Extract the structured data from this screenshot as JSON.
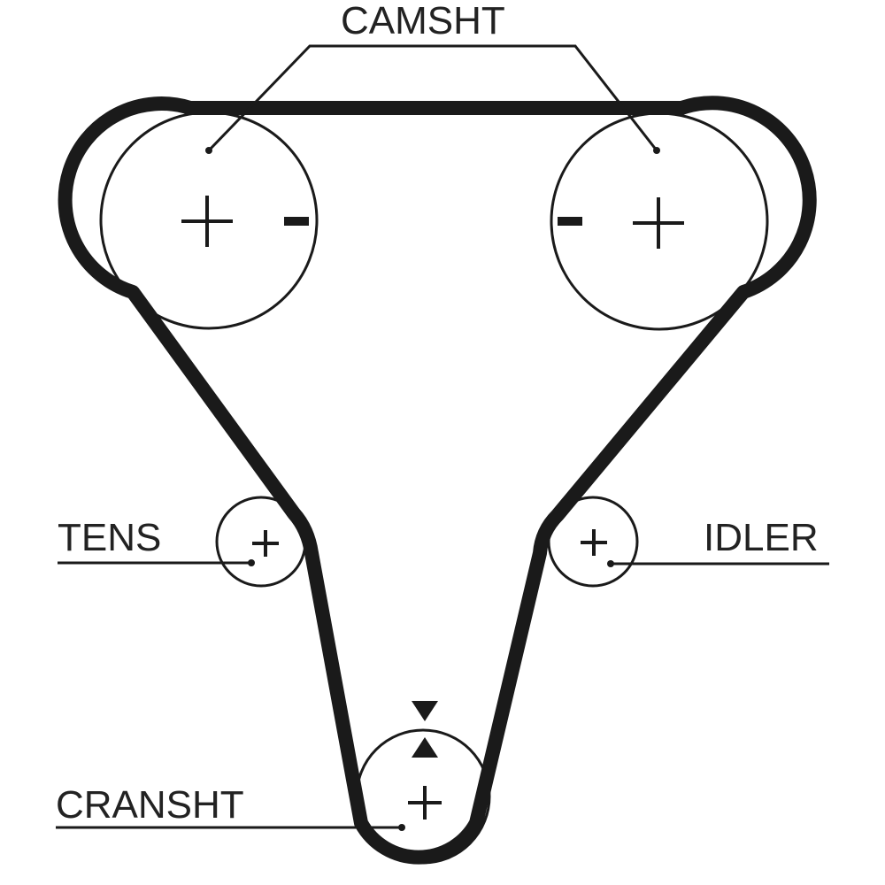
{
  "diagram": {
    "type": "timing-belt-routing",
    "labels": {
      "camshaft": "CAMSHT",
      "tensioner": "TENS",
      "idler": "IDLER",
      "crankshaft": "CRANSHT"
    },
    "pulleys": [
      {
        "id": "camshaft-left",
        "label_ref": "camshaft",
        "marks": [
          "+",
          "-"
        ]
      },
      {
        "id": "camshaft-right",
        "label_ref": "camshaft",
        "marks": [
          "-",
          "+"
        ]
      },
      {
        "id": "tensioner",
        "label_ref": "tensioner",
        "marks": [
          "+"
        ]
      },
      {
        "id": "idler",
        "label_ref": "idler",
        "marks": [
          "+"
        ]
      },
      {
        "id": "crankshaft",
        "label_ref": "crankshaft",
        "marks": [
          "+"
        ],
        "timing_mark": "triangles-opposed"
      }
    ],
    "colors": {
      "line": "#1a1a1a",
      "text": "#222222",
      "background": "#ffffff"
    }
  }
}
